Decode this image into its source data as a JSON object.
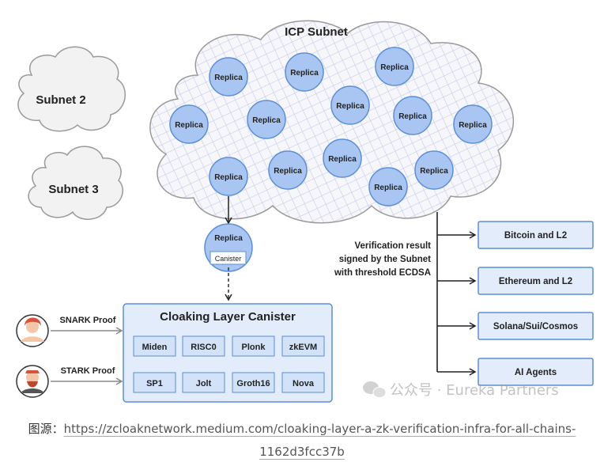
{
  "icp_subnet": {
    "title": "ICP Subnet",
    "replica_label": "Replica",
    "replica_count": 13
  },
  "other_subnets": [
    "Subnet 2",
    "Subnet 3"
  ],
  "selected_replica": {
    "label": "Replica",
    "canister_label": "Canister"
  },
  "cloaking": {
    "title": "Cloaking Layer Canister",
    "verifiers": [
      "Miden",
      "RISC0",
      "Plonk",
      "zkEVM",
      "SP1",
      "Jolt",
      "Groth16",
      "Nova"
    ]
  },
  "proofs": [
    "SNARK Proof",
    "STARK Proof"
  ],
  "verification_text": [
    "Verification result",
    "signed by the Subnet",
    "with threshold ECDSA"
  ],
  "targets": [
    "Bitcoin and L2",
    "Ethereum and L2",
    "Solana/Sui/Cosmos",
    "AI Agents"
  ],
  "watermark": "公众号 · Eureka Partners",
  "caption": {
    "prefix": "图源：",
    "url_line1": "https://zcloaknetwork.medium.com/cloaking-layer-a-zk-verification-infra-for-all-chains-",
    "url_line2": "1162d3fcc37b"
  },
  "colors": {
    "replica_fill": "#a9c6f3",
    "replica_stroke": "#5b8fd6",
    "box_fill": "#e2ecfb",
    "box_stroke": "#5b8fd6",
    "cloud_fill": "#f4f4f4",
    "cloud_stroke": "#9a9a9a",
    "grid": "#c7cde8"
  }
}
